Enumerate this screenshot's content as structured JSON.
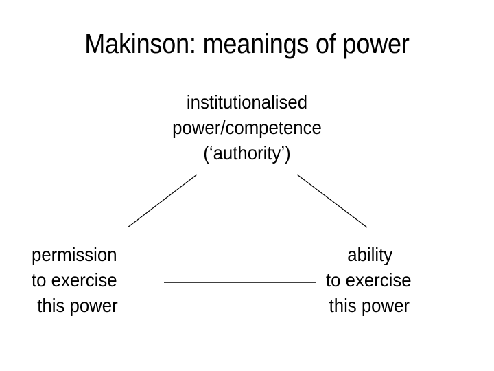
{
  "slide": {
    "title": "Makinson: meanings of power",
    "background_color": "#ffffff",
    "text_color": "#000000"
  },
  "diagram": {
    "type": "tree",
    "nodes": {
      "top": {
        "id": "institutionalised-power",
        "lines": [
          "institutionalised",
          "power/competence",
          "(‘authority’)"
        ]
      },
      "left": {
        "id": "permission-to-exercise",
        "lines": [
          "permission",
          "to exercise",
          "this power"
        ]
      },
      "right": {
        "id": "ability-to-exercise",
        "lines": [
          "ability",
          "to exercise",
          "this power"
        ]
      }
    },
    "connectors": [
      {
        "id": "top-to-left",
        "from": "top",
        "to": "left",
        "style": "diagonal",
        "color": "#000000"
      },
      {
        "id": "top-to-right",
        "from": "top",
        "to": "right",
        "style": "diagonal",
        "color": "#000000"
      },
      {
        "id": "left-to-right",
        "from": "left",
        "to": "right",
        "style": "horizontal",
        "color": "#000000"
      }
    ]
  }
}
